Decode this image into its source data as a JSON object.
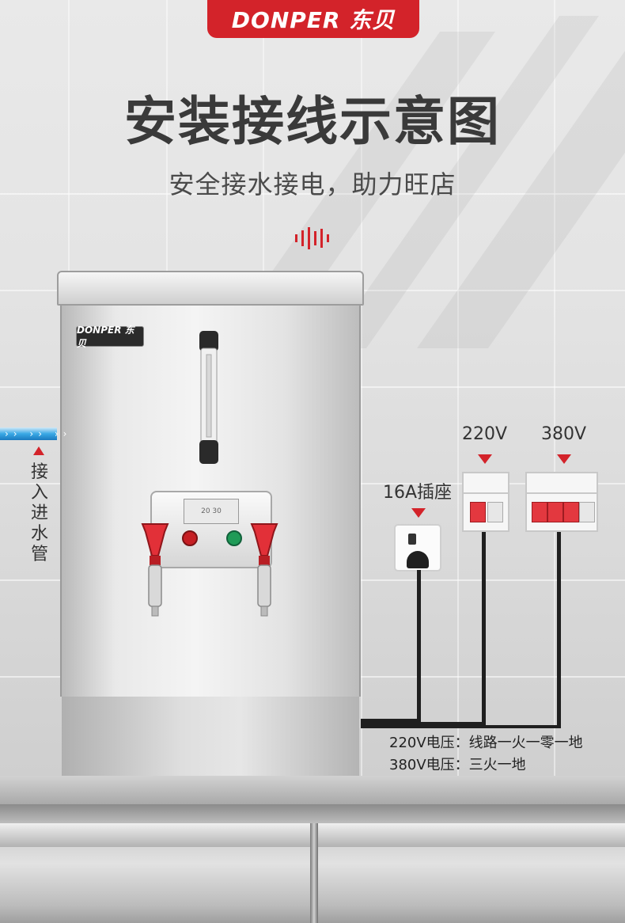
{
  "brand": {
    "logo_text": "DONPER 东贝",
    "color": "#d3232a"
  },
  "title": "安装接线示意图",
  "subtitle": "安全接水接电，助力旺店",
  "machine": {
    "brand_plate": "DONPER 东贝",
    "display_text": "20 30"
  },
  "water_inlet": {
    "label_chars": [
      "接",
      "入",
      "进",
      "水",
      "管"
    ],
    "pipe_color": "#39a8e5"
  },
  "electrical": {
    "socket_label": "16A插座",
    "breaker_220_label": "220V",
    "breaker_380_label": "380V",
    "notes": [
      "220V电压：线路一火一零一地",
      "380V电压：三火一地"
    ]
  },
  "icons": [
    "sound-wave-icon",
    "arrow-up-icon",
    "arrow-down-icon"
  ]
}
